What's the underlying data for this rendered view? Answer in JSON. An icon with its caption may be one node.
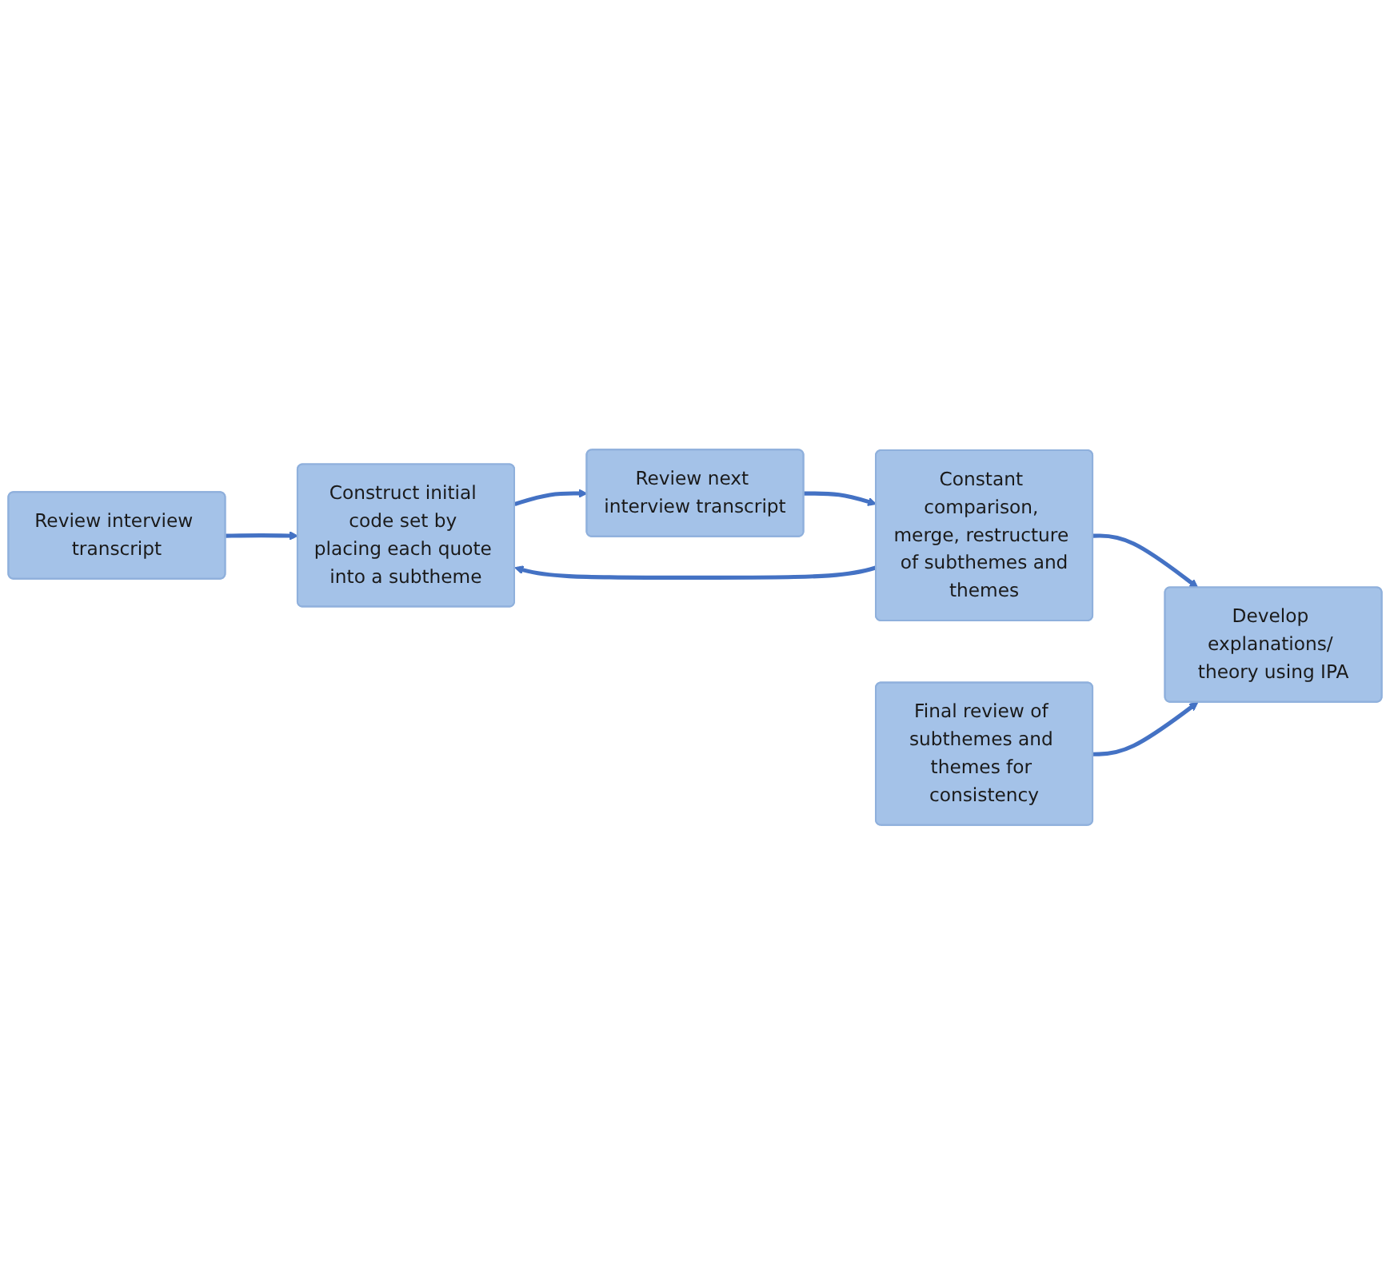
{
  "diagram": {
    "nodes": [
      {
        "text": [
          "Review interview transcript"
        ]
      },
      {
        "text": [
          "Construct initial code set by placing each quote into a subtheme"
        ]
      },
      {
        "text": [
          "Review next interview transcript"
        ]
      },
      {
        "text": [
          "Constant comparison, merge, restructure  of subthemes and themes"
        ]
      },
      {
        "text": [
          "Final review of subthemes and themes for consistency"
        ]
      },
      {
        "text": [
          "Develop explanations/ theory using IPA"
        ]
      }
    ],
    "edges": [
      {
        "from": 0,
        "to": 1,
        "arrow": "to"
      },
      {
        "from": 1,
        "to": 2,
        "arrow": "to"
      },
      {
        "from": 2,
        "to": 3,
        "arrow": "to"
      },
      {
        "from": 3,
        "to": 1,
        "arrow": "to"
      },
      {
        "from": 3,
        "to": 5,
        "arrow": "to"
      },
      {
        "from": 4,
        "to": 5,
        "arrow": "to"
      }
    ]
  }
}
